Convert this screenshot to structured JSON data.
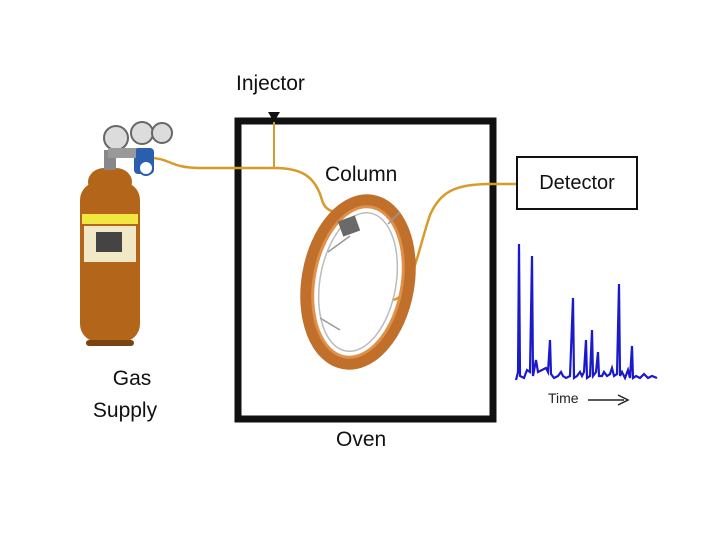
{
  "labels": {
    "injector": "Injector",
    "column": "Column",
    "oven": "Oven",
    "gas": "Gas",
    "supply": "Supply",
    "detector": "Detector",
    "time_axis": "Time"
  },
  "colors": {
    "tubing": "#d89a2a",
    "oven_frame": "#111111",
    "cylinder": "#b3661a",
    "cylinder_band": "#f2e640",
    "coil": "#c0702a",
    "chromatogram": "#1a1acc"
  },
  "icons": {
    "gas_cylinder": "gas-cylinder-icon",
    "regulator": "regulator-icon",
    "column_coil": "column-coil-icon",
    "time_arrow": "arrow-right-icon"
  }
}
